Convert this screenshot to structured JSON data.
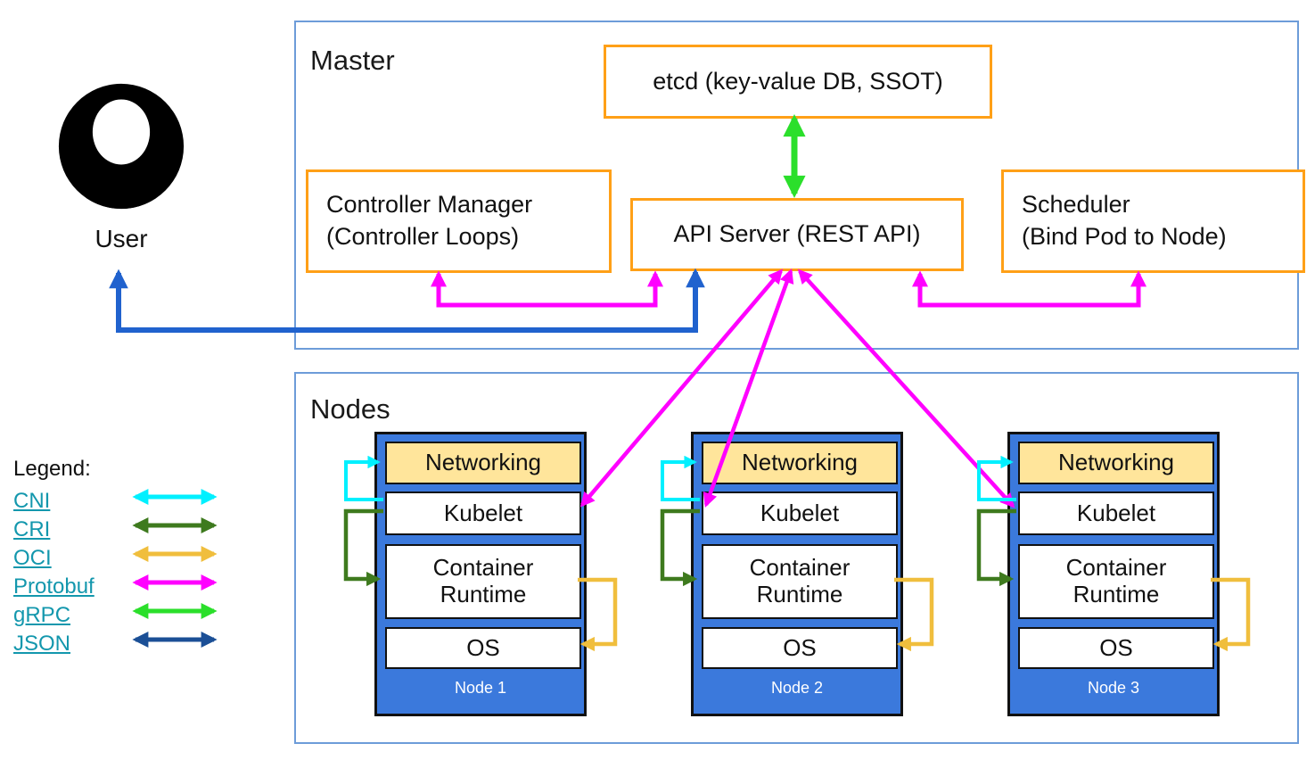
{
  "master": {
    "title": "Master",
    "etcd_label": "etcd (key-value DB, SSOT)",
    "controller_manager": {
      "line1": "Controller Manager",
      "line2": "(Controller Loops)"
    },
    "api_server_label": "API Server (REST API)",
    "scheduler": {
      "line1": "Scheduler",
      "line2": "(Bind Pod to Node)"
    }
  },
  "user": {
    "label": "User"
  },
  "nodes_group": {
    "title": "Nodes",
    "items": [
      {
        "label": "Node 1",
        "layers": {
          "networking": "Networking",
          "kubelet": "Kubelet",
          "container_runtime": "Container Runtime",
          "os": "OS"
        }
      },
      {
        "label": "Node 2",
        "layers": {
          "networking": "Networking",
          "kubelet": "Kubelet",
          "container_runtime": "Container Runtime",
          "os": "OS"
        }
      },
      {
        "label": "Node 3",
        "layers": {
          "networking": "Networking",
          "kubelet": "Kubelet",
          "container_runtime": "Container Runtime",
          "os": "OS"
        }
      }
    ]
  },
  "legend": {
    "title": "Legend:",
    "items": [
      {
        "label": "CNI",
        "color": "#00F0FF"
      },
      {
        "label": "CRI",
        "color": "#3E7A1E"
      },
      {
        "label": "OCI",
        "color": "#F0BE3D"
      },
      {
        "label": "Protobuf",
        "color": "#FF00FF"
      },
      {
        "label": "gRPC",
        "color": "#2BDF2B"
      },
      {
        "label": "JSON",
        "color": "#1B4F96"
      }
    ]
  },
  "colors": {
    "protobuf_arrow": "#FF00FF",
    "grpc_arrow": "#2BDF2B",
    "json_arrow": "#2062CE",
    "cni_arrow": "#00F0FF",
    "cri_arrow": "#3E7A1E",
    "oci_arrow": "#F0BE3D",
    "box_border_orange": "#FFA017",
    "node_fill_blue": "#3B79DC",
    "networking_fill": "#FFE59B",
    "frame_border_blue": "#6D9CD9",
    "legend_link_teal": "#1397AD"
  }
}
